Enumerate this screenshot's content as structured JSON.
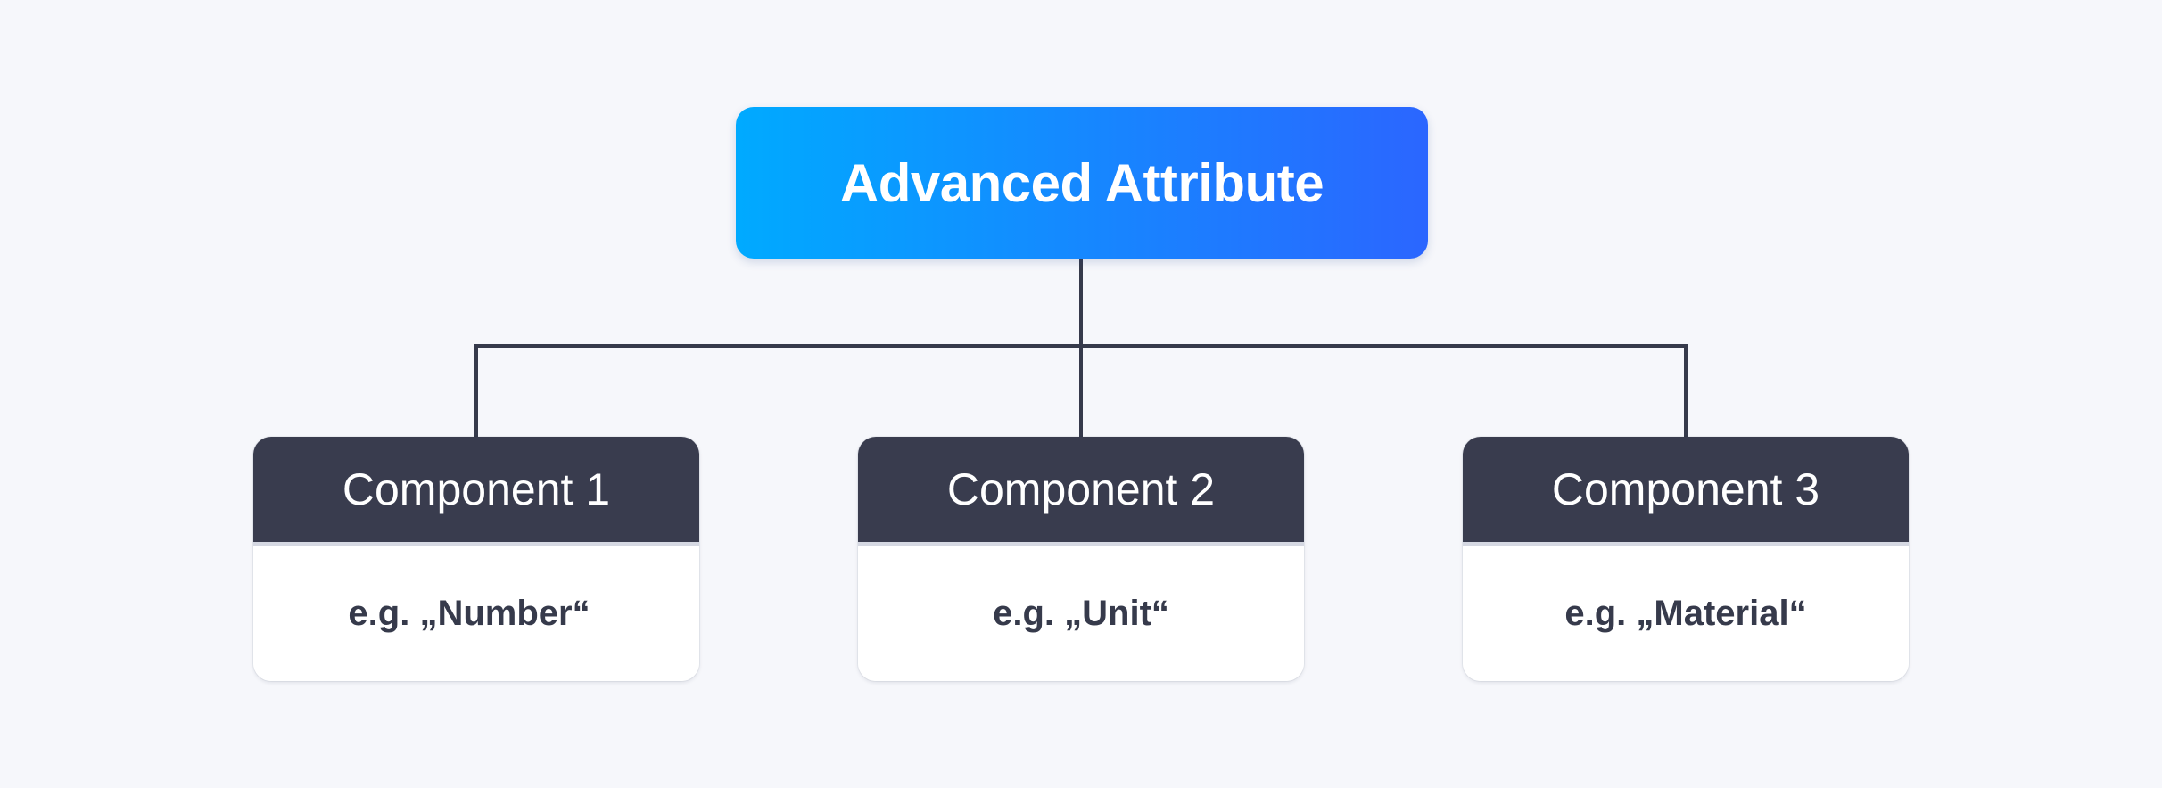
{
  "root": {
    "label": "Advanced Attribute",
    "gradient_start": "#00aaff",
    "gradient_end": "#2b66ff"
  },
  "components": [
    {
      "title": "Component 1",
      "example": "e.g. „Number“"
    },
    {
      "title": "Component 2",
      "example": "e.g. „Unit“"
    },
    {
      "title": "Component 3",
      "example": "e.g. „Material“"
    }
  ],
  "colors": {
    "background": "#f6f7fb",
    "component_header": "#393c4e",
    "component_body": "#ffffff",
    "connector": "#363a4b",
    "example_text": "#363a4b"
  }
}
